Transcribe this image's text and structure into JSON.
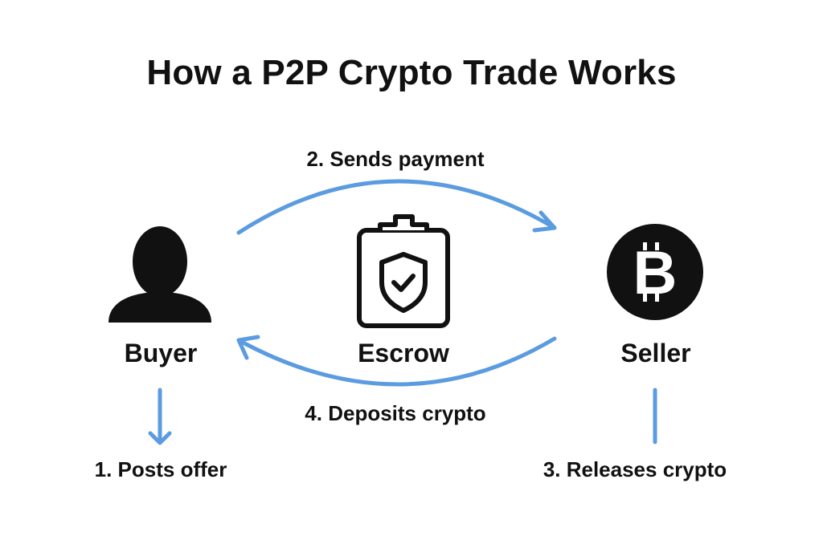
{
  "title": "How a P2P Crypto Trade Works",
  "nodes": {
    "buyer": {
      "label": "Buyer",
      "icon": "user-icon"
    },
    "escrow": {
      "label": "Escrow",
      "icon": "clipboard-shield-check-icon"
    },
    "seller": {
      "label": "Seller",
      "icon": "bitcoin-icon"
    }
  },
  "steps": {
    "step1": "1. Posts offer",
    "step2": "2. Sends payment",
    "step3": "3. Releases crypto",
    "step4": "4. Deposits crypto"
  },
  "colors": {
    "arrow": "#5b9be0",
    "icon": "#111111",
    "background": "#ffffff"
  }
}
